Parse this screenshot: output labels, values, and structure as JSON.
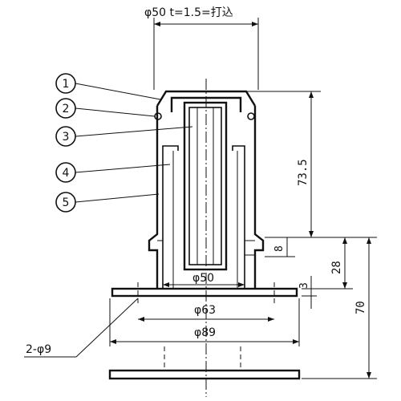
{
  "dimensions": {
    "top_spec": "φ50 t=1.5=打込",
    "height_main": "73.5",
    "height_small": "8",
    "height_mid": "28",
    "height_total": "70",
    "plate_thickness": "3",
    "dia_tube": "φ50",
    "dia_bolt_pitch": "φ63",
    "dia_plate": "φ89",
    "holes": "2-φ9"
  },
  "callouts": [
    "1",
    "2",
    "3",
    "4",
    "5"
  ]
}
